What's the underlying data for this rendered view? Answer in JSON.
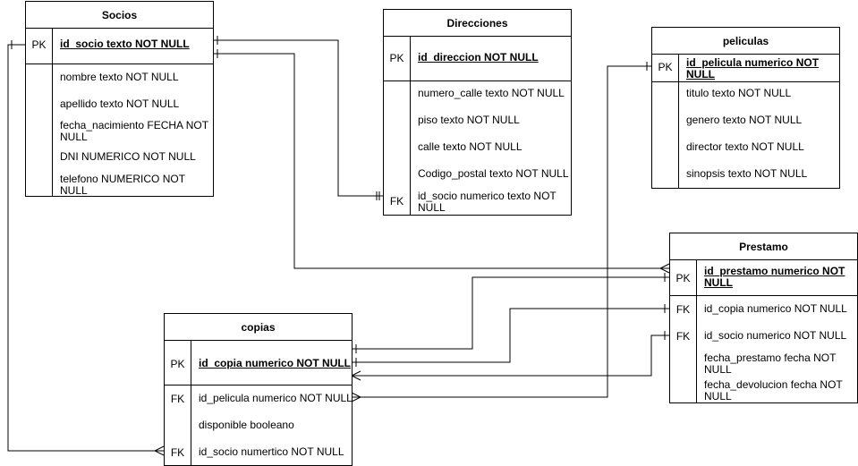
{
  "entities": {
    "socios": {
      "title": "Socios",
      "pk_label": "PK",
      "pk_field": "id_socio texto NOT NULL",
      "fields": [
        "nombre texto NOT NULL",
        "apellido texto NOT NULL",
        "fecha_nacimiento FECHA NOT NULL",
        "DNI NUMERICO NOT NULL",
        "telefono NUMERICO NOT NULL"
      ]
    },
    "direcciones": {
      "title": "Direcciones",
      "pk_label": "PK",
      "pk_field": "id_direccion NOT NULL",
      "fields": [
        "numero_calle texto NOT NULL",
        "piso texto NOT NULL",
        "calle texto NOT NULL",
        "Codigo_postal texto NOT NULL",
        "id_socio numerico texto NOT NULL"
      ],
      "fk_label": "FK"
    },
    "peliculas": {
      "title": "peliculas",
      "pk_label": "PK",
      "pk_field": "id_pelicula numerico NOT NULL",
      "fields": [
        "titulo texto NOT NULL",
        "genero texto NOT NULL",
        "director texto NOT NULL",
        "sinopsis texto NOT NULL"
      ]
    },
    "prestamo": {
      "title": "Prestamo",
      "pk_label": "PK",
      "pk_field": "id_prestamo numerico NOT NULL",
      "fk_label": "FK",
      "fields": [
        "id_copia numerico NOT NULL",
        "id_socio numerico NOT NULL",
        "fecha_prestamo fecha NOT NULL",
        "fecha_devolucion fecha NOT NULL"
      ]
    },
    "copias": {
      "title": "copias",
      "pk_label": "PK",
      "pk_field": "id_copia numerico NOT NULL",
      "fk_label": "FK",
      "fields": [
        "id_pelicula numerico NOT NULL",
        "disponible booleano",
        "id_socio numertico NOT NULL"
      ]
    }
  }
}
